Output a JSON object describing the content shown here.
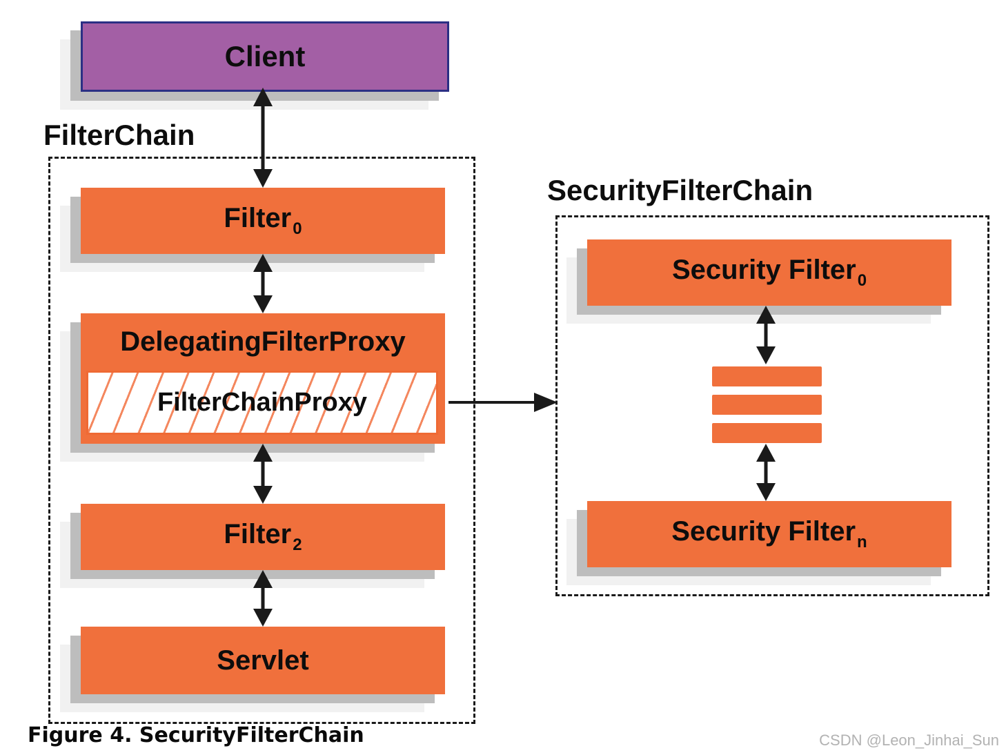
{
  "colors": {
    "orange": "#F0703C",
    "purple": "#A35FA5",
    "purple_border": "#2B2F84",
    "hatch_line": "#F4875E",
    "shadow": "#BDBDBD",
    "arrow": "#1A1A1A",
    "dashed_border": "#1A1A1A"
  },
  "client": {
    "label": "Client"
  },
  "filterchain": {
    "title": "FilterChain",
    "filter0": {
      "label": "Filter",
      "sub": "0"
    },
    "delegating_filter_proxy": {
      "label": "DelegatingFilterProxy"
    },
    "filter_chain_proxy": {
      "label": "FilterChainProxy"
    },
    "filter2": {
      "label": "Filter",
      "sub": "2"
    },
    "servlet": {
      "label": "Servlet"
    }
  },
  "security_filterchain": {
    "title": "SecurityFilterChain",
    "security_filter0": {
      "label": "Security Filter",
      "sub": "0"
    },
    "security_filtern": {
      "label": "Security Filter",
      "sub": "n"
    }
  },
  "caption": "Figure 4. SecurityFilterChain",
  "watermark": "CSDN @Leon_Jinhai_Sun"
}
